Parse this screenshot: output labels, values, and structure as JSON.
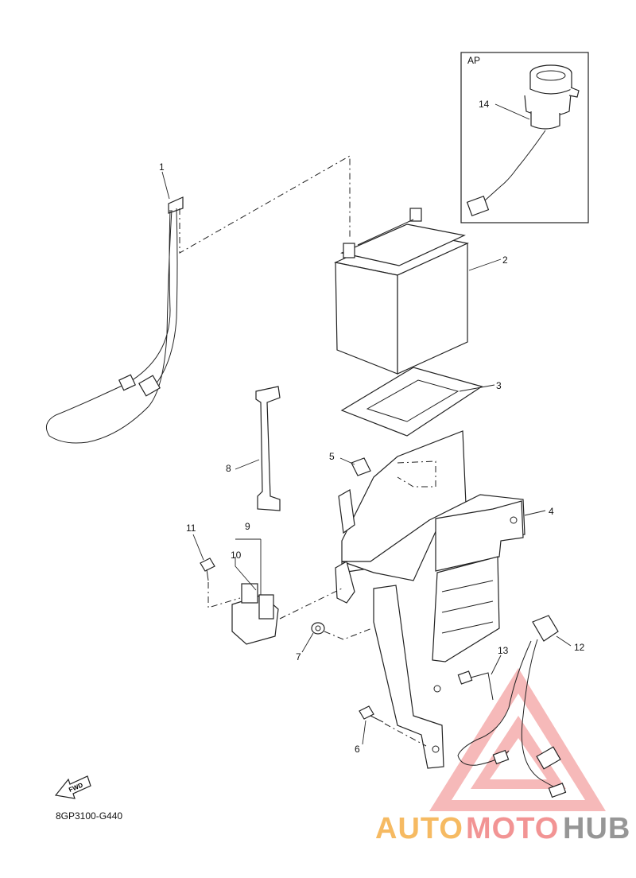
{
  "diagram": {
    "drawing_code": "8GP3100-G440",
    "fwd_label": "FWD",
    "inset_label": "AP",
    "callouts": [
      "1",
      "2",
      "3",
      "4",
      "5",
      "6",
      "7",
      "8",
      "9",
      "10",
      "11",
      "12",
      "13",
      "14"
    ]
  },
  "watermark": {
    "part1": "AUTO",
    "part2": "MOTO",
    "part3": "HUB",
    "colors": {
      "orange": "#f4a93c",
      "red": "#ef7a7a",
      "gray": "#7d7d7d"
    }
  }
}
